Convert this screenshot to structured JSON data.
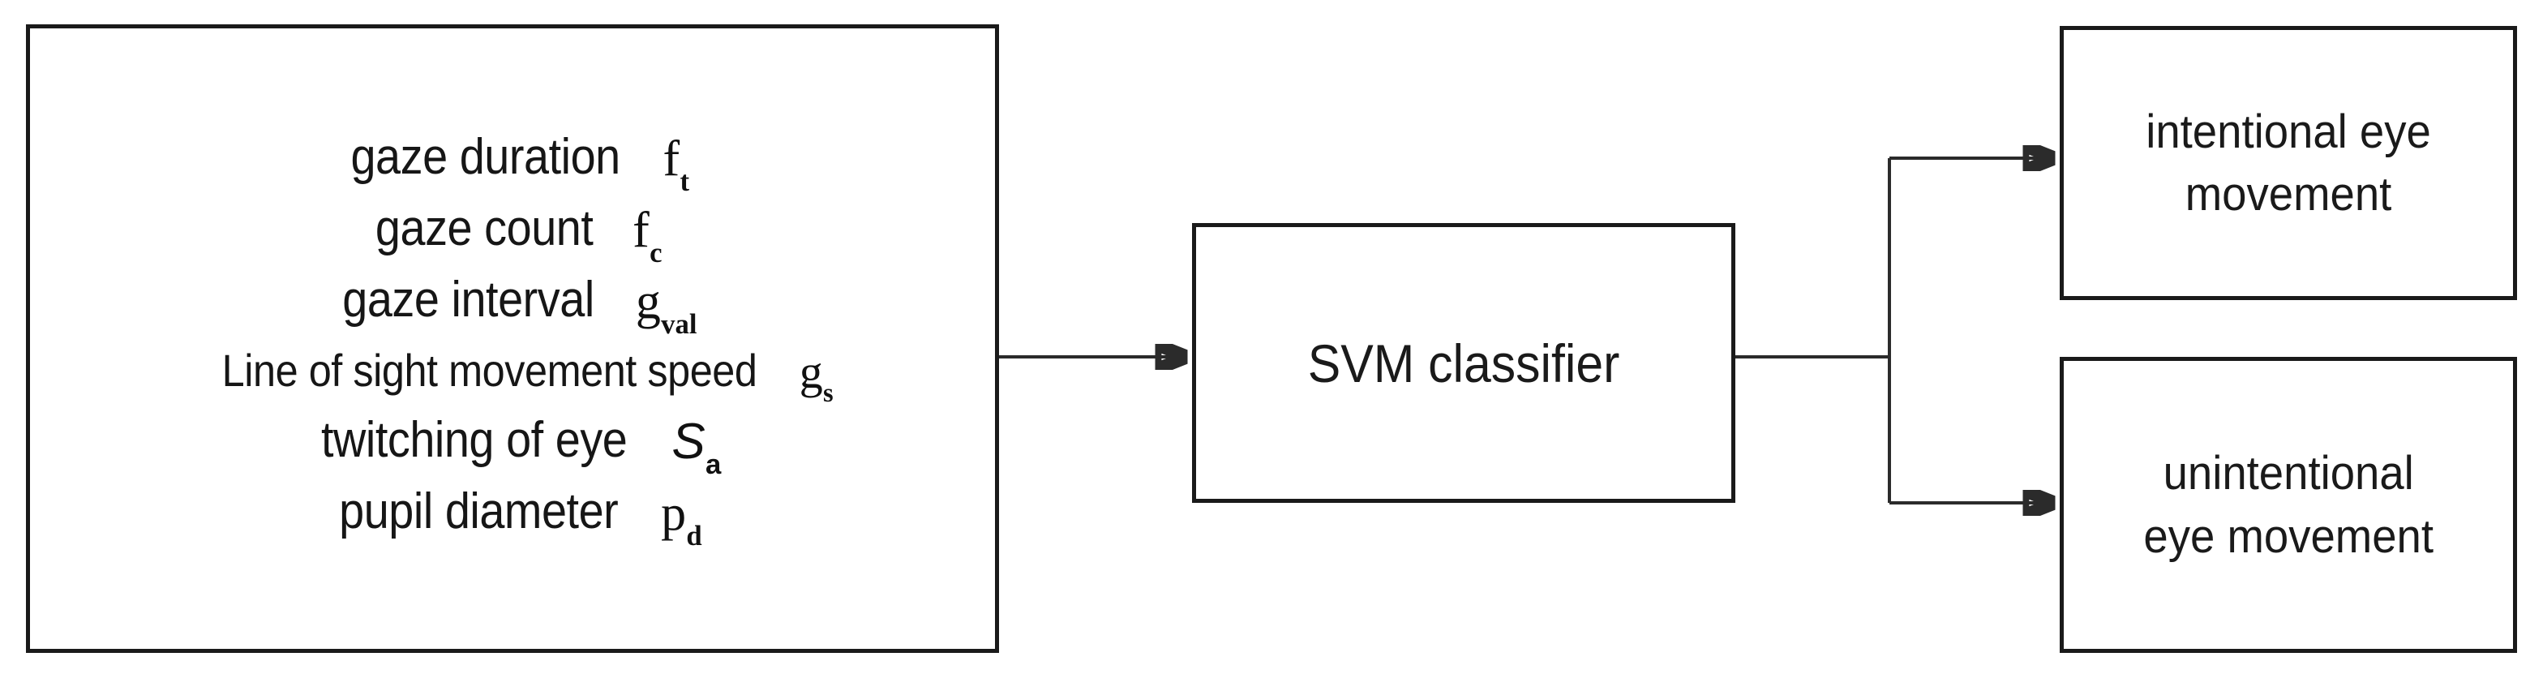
{
  "diagram": {
    "title": "SVM-based eye movement intention classification pipeline",
    "background_color": "#ffffff",
    "stroke_color": "#1a1a1a"
  },
  "feature_box": {
    "name": "eye-movement-feature-set",
    "features": [
      {
        "label": "gaze duration",
        "symbol_base": "f",
        "symbol_sub": "t",
        "symbol_text": "f_t",
        "symbol_style": "serif"
      },
      {
        "label": "gaze count",
        "symbol_base": "f",
        "symbol_sub": "c",
        "symbol_text": "f_c",
        "symbol_style": "serif"
      },
      {
        "label": "gaze interval",
        "symbol_base": "g",
        "symbol_sub": "val",
        "symbol_text": "g_val",
        "symbol_style": "serif"
      },
      {
        "label": "Line of sight movement speed",
        "symbol_base": "g",
        "symbol_sub": "s",
        "symbol_text": "g_s",
        "symbol_style": "serif"
      },
      {
        "label": "twitching of eye",
        "symbol_base": "S",
        "symbol_sub": "a",
        "symbol_text": "S_a",
        "symbol_style": "italic"
      },
      {
        "label": "pupil diameter",
        "symbol_base": "p",
        "symbol_sub": "d",
        "symbol_text": "p_d",
        "symbol_style": "serif"
      }
    ]
  },
  "classifier": {
    "label": "SVM classifier"
  },
  "outcomes": [
    {
      "line1": "intentional eye",
      "line2": "movement"
    },
    {
      "line1": "unintentional",
      "line2": "eye movement"
    }
  ],
  "arrows": {
    "features_to_classifier": "arrow-right",
    "classifier_to_intentional": "arrow-right",
    "classifier_to_unintentional": "arrow-right"
  }
}
